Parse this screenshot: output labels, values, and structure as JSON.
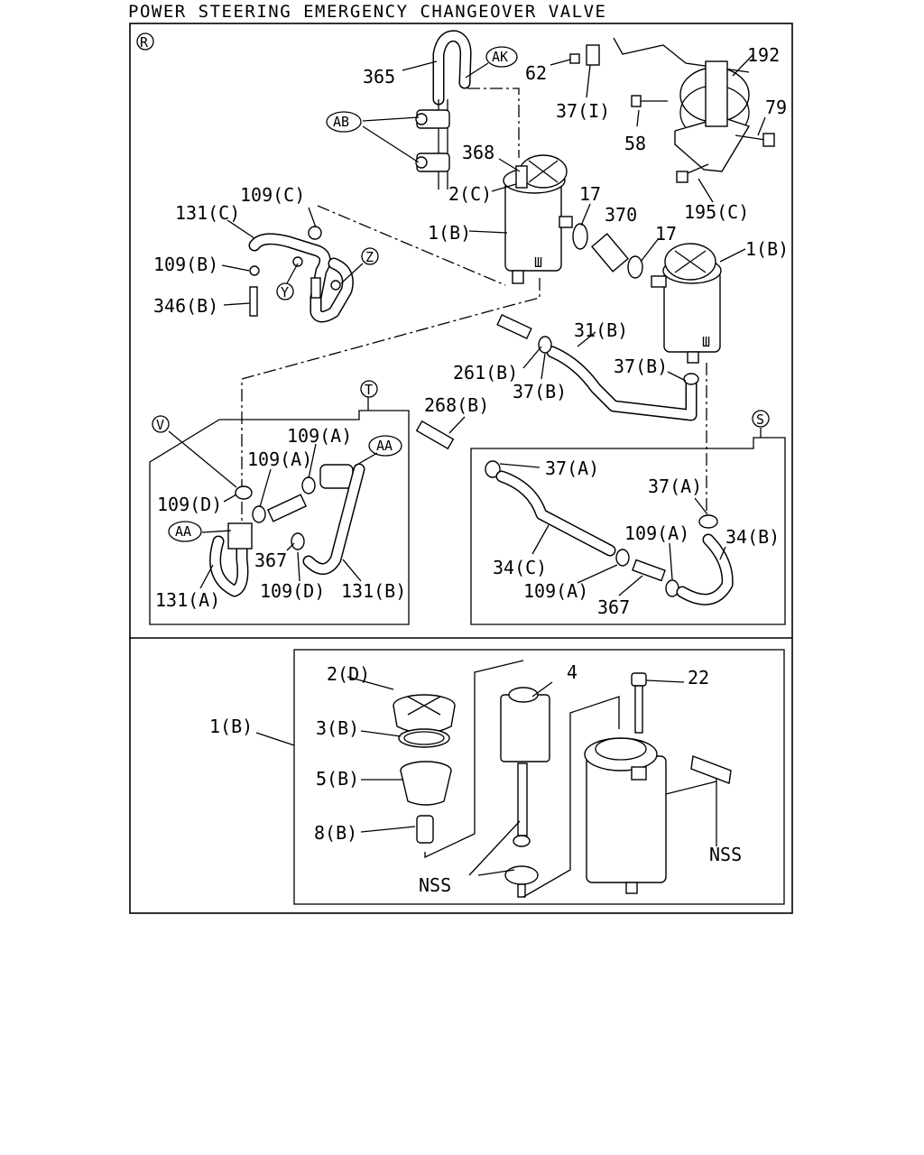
{
  "title": "POWER STEERING EMERGENCY CHANGEOVER VALVE",
  "region_mark": "R",
  "callouts": {
    "c365": "365",
    "cAK": "AK",
    "c62": "62",
    "c37I": "37(I)",
    "c192": "192",
    "c79": "79",
    "c58": "58",
    "cAB": "AB",
    "c368": "368",
    "c2C": "2(C)",
    "c17a": "17",
    "c370": "370",
    "c17b": "17",
    "c195C": "195(C)",
    "c109C": "109(C)",
    "c131C": "131(C)",
    "c1B_upper": "1(B)",
    "c1B_right": "1(B)",
    "c109B": "109(B)",
    "cZ": "Z",
    "cY": "Y",
    "c346B": "346(B)",
    "c31B": "31(B)",
    "c261B": "261(B)",
    "c37B_a": "37(B)",
    "c37B_b": "37(B)",
    "cT": "T",
    "cV": "V",
    "c109A_a": "109(A)",
    "c109A_b": "109(A)",
    "cAA_a": "AA",
    "c268B": "268(B)",
    "cS": "S",
    "c109D_a": "109(D)",
    "cAA_b": "AA",
    "c37A_a": "37(A)",
    "c37A_b": "37(A)",
    "c367_a": "367",
    "c109D_b": "109(D)",
    "c131B": "131(B)",
    "c131A": "131(A)",
    "c109A_c": "109(A)",
    "c34B": "34(B)",
    "c34C": "34(C)",
    "c109A_d": "109(A)",
    "c367_b": "367",
    "c2D": "2(D)",
    "c4": "4",
    "c22": "22",
    "c1B_lower": "1(B)",
    "c3B": "3(B)",
    "c5B": "5(B)",
    "c8B": "8(B)",
    "cNSS_a": "NSS",
    "cNSS_b": "NSS"
  }
}
